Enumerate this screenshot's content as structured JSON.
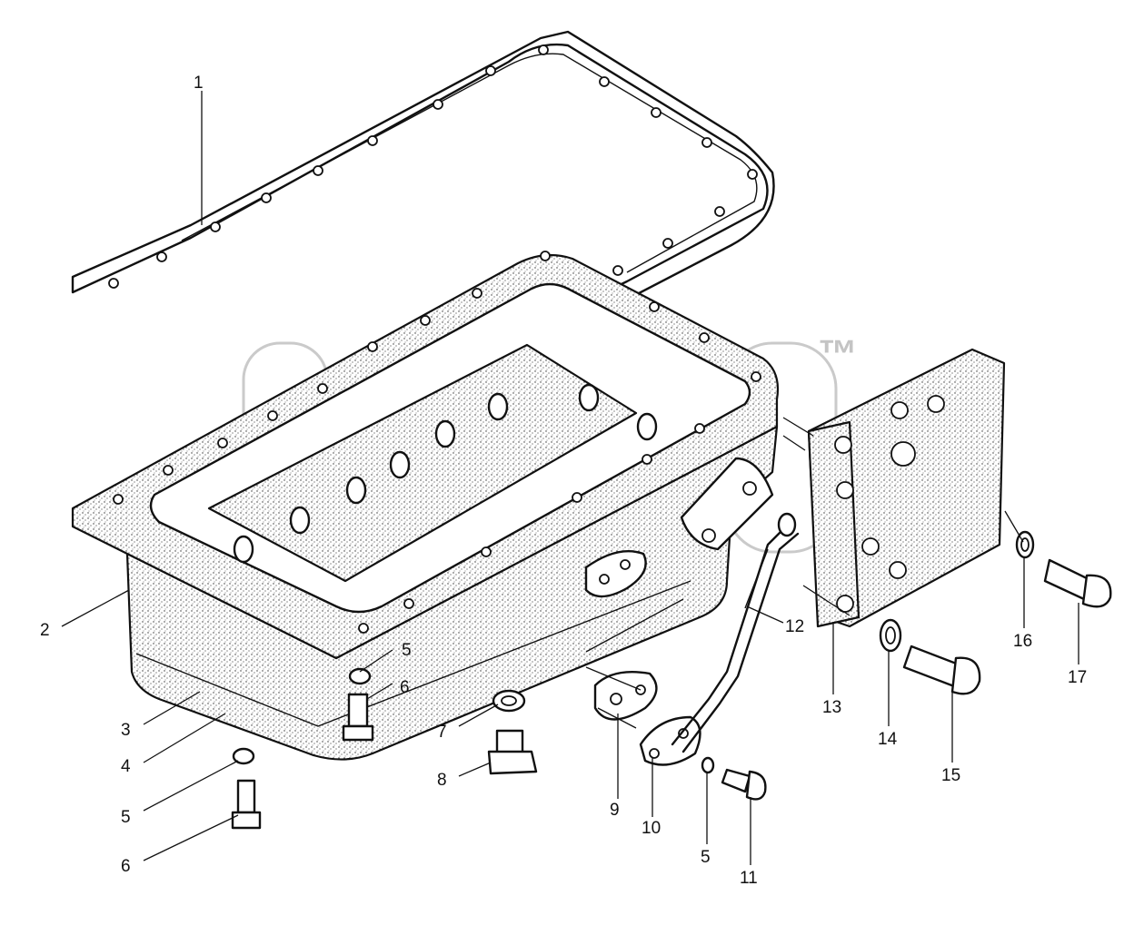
{
  "watermark": {
    "trademark": "™"
  },
  "callouts": [
    {
      "id": "c1",
      "label": "1"
    },
    {
      "id": "c2",
      "label": "2"
    },
    {
      "id": "c3",
      "label": "3"
    },
    {
      "id": "c4",
      "label": "4"
    },
    {
      "id": "c5a",
      "label": "5"
    },
    {
      "id": "c6a",
      "label": "6"
    },
    {
      "id": "c5b",
      "label": "5"
    },
    {
      "id": "c6b",
      "label": "6"
    },
    {
      "id": "c7",
      "label": "7"
    },
    {
      "id": "c8",
      "label": "8"
    },
    {
      "id": "c9",
      "label": "9"
    },
    {
      "id": "c10",
      "label": "10"
    },
    {
      "id": "c5c",
      "label": "5"
    },
    {
      "id": "c11",
      "label": "11"
    },
    {
      "id": "c12",
      "label": "12"
    },
    {
      "id": "c13",
      "label": "13"
    },
    {
      "id": "c14",
      "label": "14"
    },
    {
      "id": "c15",
      "label": "15"
    },
    {
      "id": "c16",
      "label": "16"
    },
    {
      "id": "c17",
      "label": "17"
    }
  ]
}
